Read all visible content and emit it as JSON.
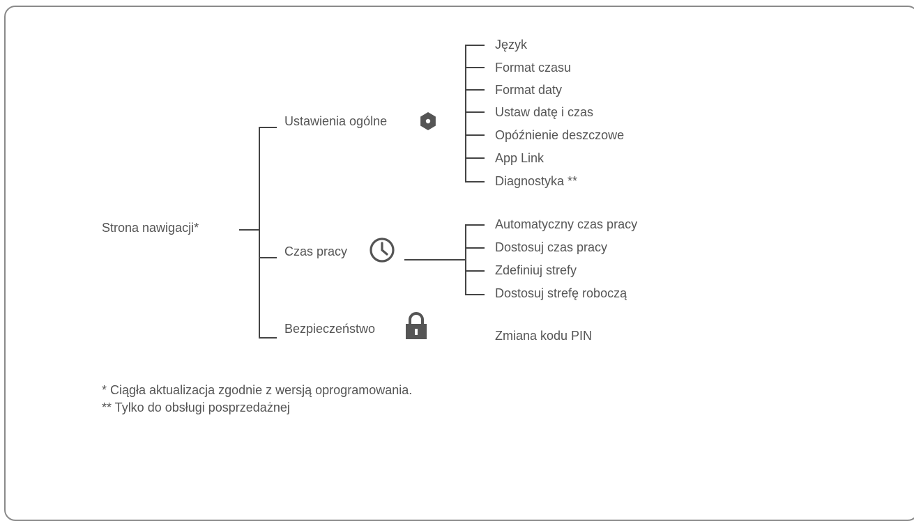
{
  "root": {
    "label": "Strona nawigacji*"
  },
  "branches": [
    {
      "label": "Ustawienia ogólne",
      "icon": "gear-icon",
      "items": [
        "Język",
        "Format czasu",
        "Format daty",
        "Ustaw datę i czas",
        "Opóźnienie deszczowe",
        "App Link",
        "Diagnostyka **"
      ]
    },
    {
      "label": "Czas pracy",
      "icon": "clock-icon",
      "items": [
        "Automatyczny czas pracy",
        "Dostosuj czas pracy",
        "Zdefiniuj strefy",
        "Dostosuj strefę roboczą"
      ]
    },
    {
      "label": "Bezpieczeństwo",
      "icon": "lock-icon",
      "items": [
        "Zmiana kodu PIN"
      ]
    }
  ],
  "footnotes": [
    "* Ciągła aktualizacja zgodnie z wersją oprogramowania.",
    "** Tylko do obsługi posprzedażnej"
  ],
  "colors": {
    "text": "#555555",
    "lines": "#444444",
    "border": "#8a8a8a",
    "icon": "#555555"
  }
}
